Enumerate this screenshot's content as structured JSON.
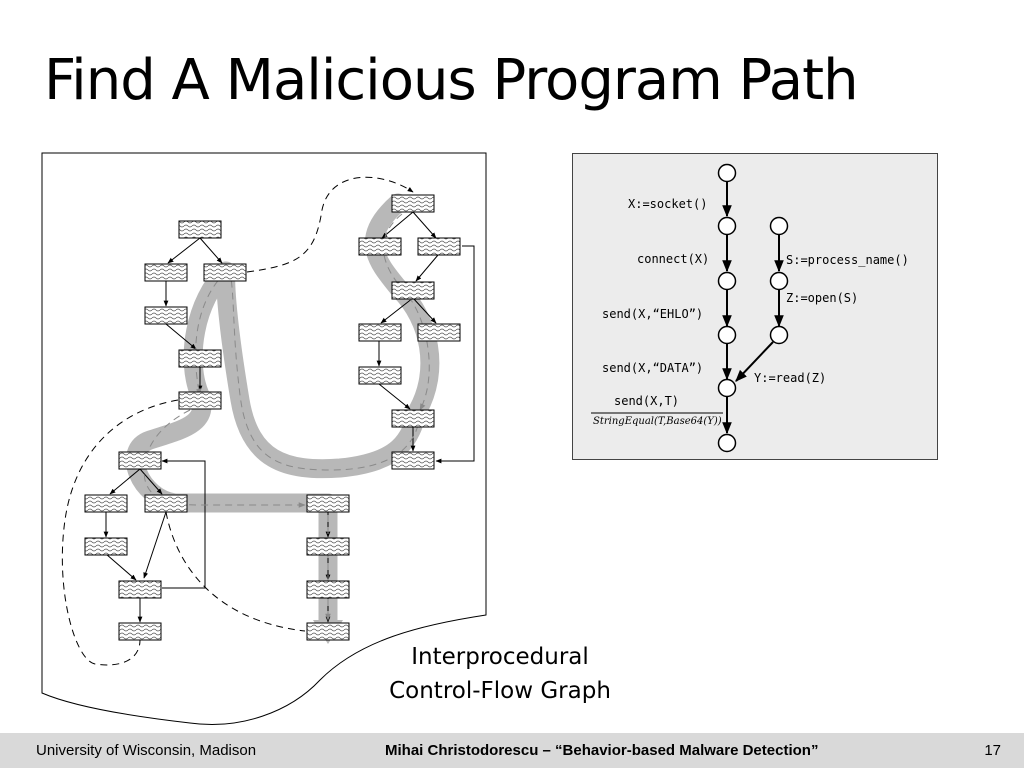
{
  "slide": {
    "title": "Find A Malicious Program Path",
    "caption_line1": "Interprocedural",
    "caption_line2": "Control-Flow Graph"
  },
  "trace": {
    "stmt_socket": "X:=socket()",
    "stmt_connect": "connect(X)",
    "stmt_process": "S:=process_name()",
    "stmt_open": "Z:=open(S)",
    "stmt_ehlo": "send(X,“EHLO”)",
    "stmt_data": "send(X,“DATA”)",
    "stmt_read": "Y:=read(Z)",
    "stmt_send_t": "send(X,T)",
    "condition": "StringEqual(T,Base64(Y))"
  },
  "footer": {
    "left": "University of Wisconsin, Madison",
    "center": "Mihai Christodorescu – “Behavior-based Malware Detection”",
    "page": "17"
  },
  "colors": {
    "highlight_path": "#b8b8b8",
    "panel_bg": "#ececec",
    "footer_bg": "#d9d9d9"
  }
}
